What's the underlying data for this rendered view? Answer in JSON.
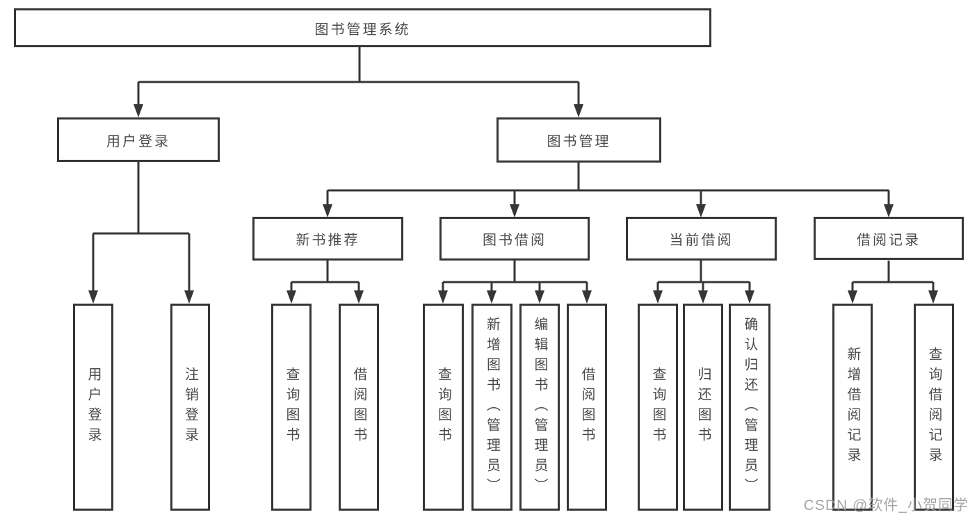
{
  "watermark": "CSDN @软件_小贺同学",
  "colors": {
    "line": "#363636",
    "box_border": "#363636",
    "text": "#4a4a4a",
    "watermark_text": "#9e9e9e",
    "background": "#ffffff"
  },
  "tree": {
    "label": "图书管理系统",
    "children": [
      {
        "label": "用户登录",
        "children": [
          {
            "label": "用户登录"
          },
          {
            "label": "注销登录"
          }
        ]
      },
      {
        "label": "图书管理",
        "children": [
          {
            "label": "新书推荐",
            "children": [
              {
                "label": "查询图书"
              },
              {
                "label": "借阅图书"
              }
            ]
          },
          {
            "label": "图书借阅",
            "children": [
              {
                "label": "查询图书"
              },
              {
                "label": "新增图书（管理员）"
              },
              {
                "label": "编辑图书（管理员）"
              },
              {
                "label": "借阅图书"
              }
            ]
          },
          {
            "label": "当前借阅",
            "children": [
              {
                "label": "查询图书"
              },
              {
                "label": "归还图书"
              },
              {
                "label": "确认归还（管理员）"
              }
            ]
          },
          {
            "label": "借阅记录",
            "children": [
              {
                "label": "新增借阅记录"
              },
              {
                "label": "查询借阅记录"
              }
            ]
          }
        ]
      }
    ]
  }
}
